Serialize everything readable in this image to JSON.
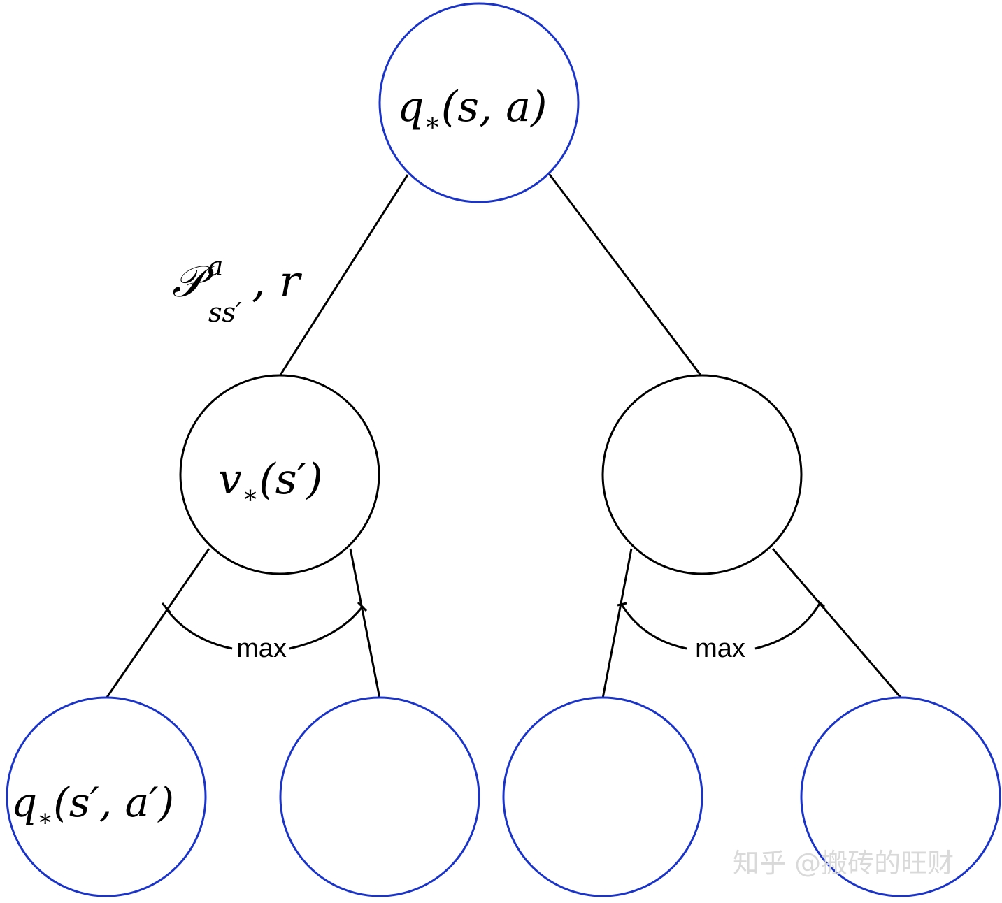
{
  "nodes": {
    "root": {
      "q": "q",
      "star": "∗",
      "args": "(s, a)",
      "color": "#1a33c8"
    },
    "state_left": {
      "v": "v",
      "star": "∗",
      "args": "(s′)",
      "color": "#000000"
    },
    "state_right": {
      "color": "#000000"
    },
    "leaf_1": {
      "q": "q",
      "star": "∗",
      "args": "(s′, a′)",
      "color": "#1a33c8"
    },
    "leaf_2": {
      "color": "#1a33c8"
    },
    "leaf_3": {
      "color": "#1a33c8"
    },
    "leaf_4": {
      "color": "#1a33c8"
    }
  },
  "edge_label": {
    "P": "𝒫",
    "sup": "a",
    "sub": "ss′",
    "rest": ", r"
  },
  "max_left": "max",
  "max_right": "max",
  "watermark": "知乎 @搬砖的旺财"
}
